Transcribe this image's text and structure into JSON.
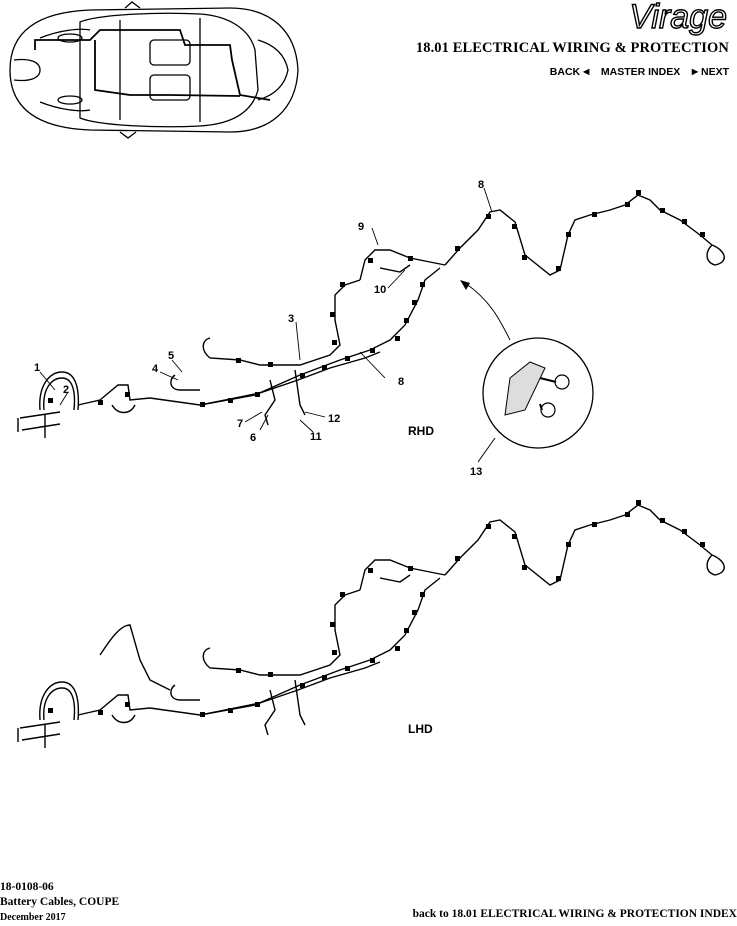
{
  "header": {
    "brand": "Virage",
    "section_title": "18.01 ELECTRICAL WIRING & PROTECTION",
    "nav": {
      "back": "BACK",
      "master_index": "MASTER INDEX",
      "next": "NEXT"
    }
  },
  "diagram": {
    "callouts": [
      "1",
      "2",
      "3",
      "4",
      "5",
      "6",
      "7",
      "8",
      "9",
      "10",
      "11",
      "12",
      "13",
      "8"
    ],
    "variants": {
      "rhd": "RHD",
      "lhd": "LHD"
    }
  },
  "footer": {
    "code": "18-0108-06",
    "title": "Battery Cables, COUPE",
    "date": "December 2017",
    "index_link": "back to 18.01 ELECTRICAL WIRING & PROTECTION INDEX"
  }
}
